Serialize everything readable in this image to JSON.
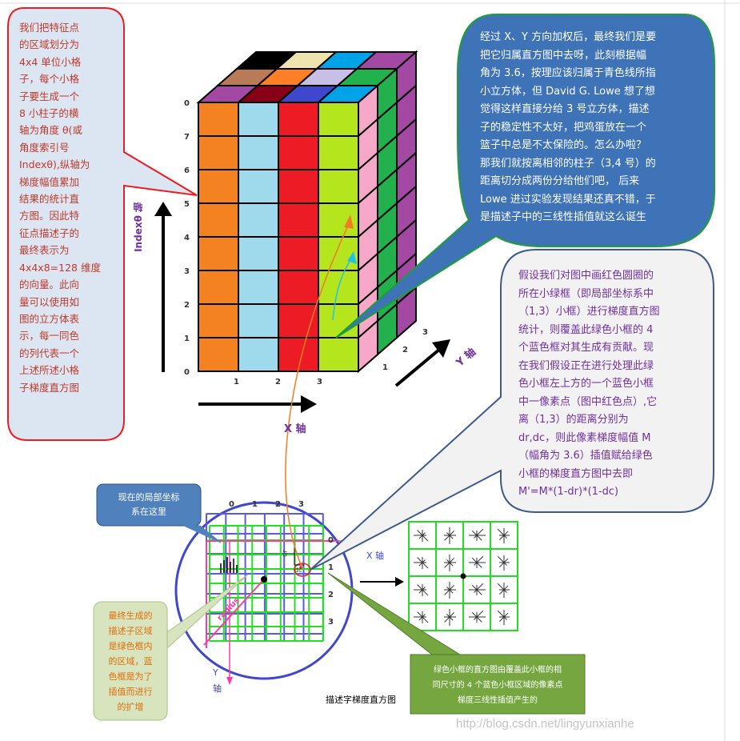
{
  "callouts": {
    "left_bubble": {
      "lines": [
        "我们把特征点",
        "的区域划分为",
        "4x4 单位小格",
        "子，每个小格",
        "子要生成一个",
        "8 小柱子的横",
        "轴为角度 θ(或",
        "角度索引号",
        "Indexθ),纵轴为",
        "梯度幅值累加",
        "结果的统计直",
        "方图。因此特",
        "征点描述子的",
        "最终表示为",
        "4x4x8=128 维度",
        "的向量。此向",
        "量可以使用如",
        "图的立方体表",
        "示，每一同色",
        "的列代表一个",
        "上述所述小格",
        "子梯度直方图"
      ]
    },
    "top_right_bubble": {
      "lines": [
        "经过 X、Y 方向加权后，最终我们是要",
        "把它归属直方图中去呀，此刻根据幅",
        "角为 3.6，按理应该归属于青色线所指",
        "小立方体，但 David G. Lowe 想了想",
        "觉得这样直接分给 3 号立方体，描述",
        "子的稳定性不太好，把鸡蛋放在一个",
        "篮子中总是不太保险的。怎么办啦？",
        "那我们就按离相邻的柱子（3,4 号）的",
        "距离切分成两份分给他们吧，  后来",
        "Lowe 进过实验发现结果还真不错，于",
        "是描述子中的三线性插值就这么诞生"
      ]
    },
    "right_bubble": {
      "lines": [
        "假设我们对图中画红色圆圈的",
        "所在小绿框（即局部坐标系中",
        "（1,3）小框）进行梯度直方图",
        "统计，则覆盖此绿色小框的 4",
        "个蓝色框对其生成有贡献。现",
        "在我们假设正在进行处理此绿",
        "色小框左上方的一个蓝色小框",
        "中一像素点（图中红色点）,它",
        "离（1,3）的距离分别为",
        "dr,dc，则此像素梯度幅值 M",
        "（幅角为 3.6）插值赋给绿色",
        "小框的梯度直方图中去即",
        "M'=M*(1-dr)*(1-dc)"
      ]
    },
    "blue_box": {
      "lines": [
        "现在的局部坐标",
        "系在这里"
      ]
    },
    "green_left_box": {
      "lines": [
        "最终生成的",
        "描述子区域",
        "是绿色框内",
        "的区域，蓝",
        "色框是为了",
        "插值而进行",
        "的扩增"
      ]
    },
    "green_bottom_box": {
      "lines": [
        "绿色小框的直方图由覆盖此小框的相",
        "同尺寸的 4 个蓝色小框区域的像素点",
        "梯度三线性插值产生的"
      ]
    }
  },
  "cube": {
    "front_colors": [
      "#f58220",
      "#9fd9ec",
      "#ed1c24",
      "#b5e61d"
    ],
    "side_colors": [
      "#f7a8c8",
      "#22b14c",
      "#a349a4"
    ],
    "top_colors": [
      "#000000",
      "#efe4b0",
      "#00a2e8",
      "#a349a4",
      "#b97a57",
      "#ff7f27",
      "#c8bfe7",
      "#22b14c",
      "#a349a4",
      "#880015",
      "#3f48cc",
      "#00a2e8"
    ],
    "y_labels": [
      "0",
      "7",
      "6",
      "5",
      "4",
      "3",
      "2",
      "1",
      "0"
    ],
    "x_labels": [
      "1",
      "2",
      "3"
    ],
    "depth_labels": [
      "1",
      "2",
      "3"
    ],
    "axis_index": "Indexθ 轴",
    "axis_x": "X 轴",
    "axis_y": "Y 轴"
  },
  "descriptor": {
    "col_labels": [
      "0",
      "1",
      "2",
      "3"
    ],
    "row_labels": [
      "0",
      "1",
      "2",
      "3"
    ],
    "axis_x": "X 轴",
    "axis_y": "Y",
    "axis_y2": "轴",
    "radius_label": "radius",
    "dr_label": "dr",
    "dc_label": "dc",
    "caption": "描述字梯度直方图"
  },
  "watermark": "http://blog.csdn.net/lingyunxianhe"
}
